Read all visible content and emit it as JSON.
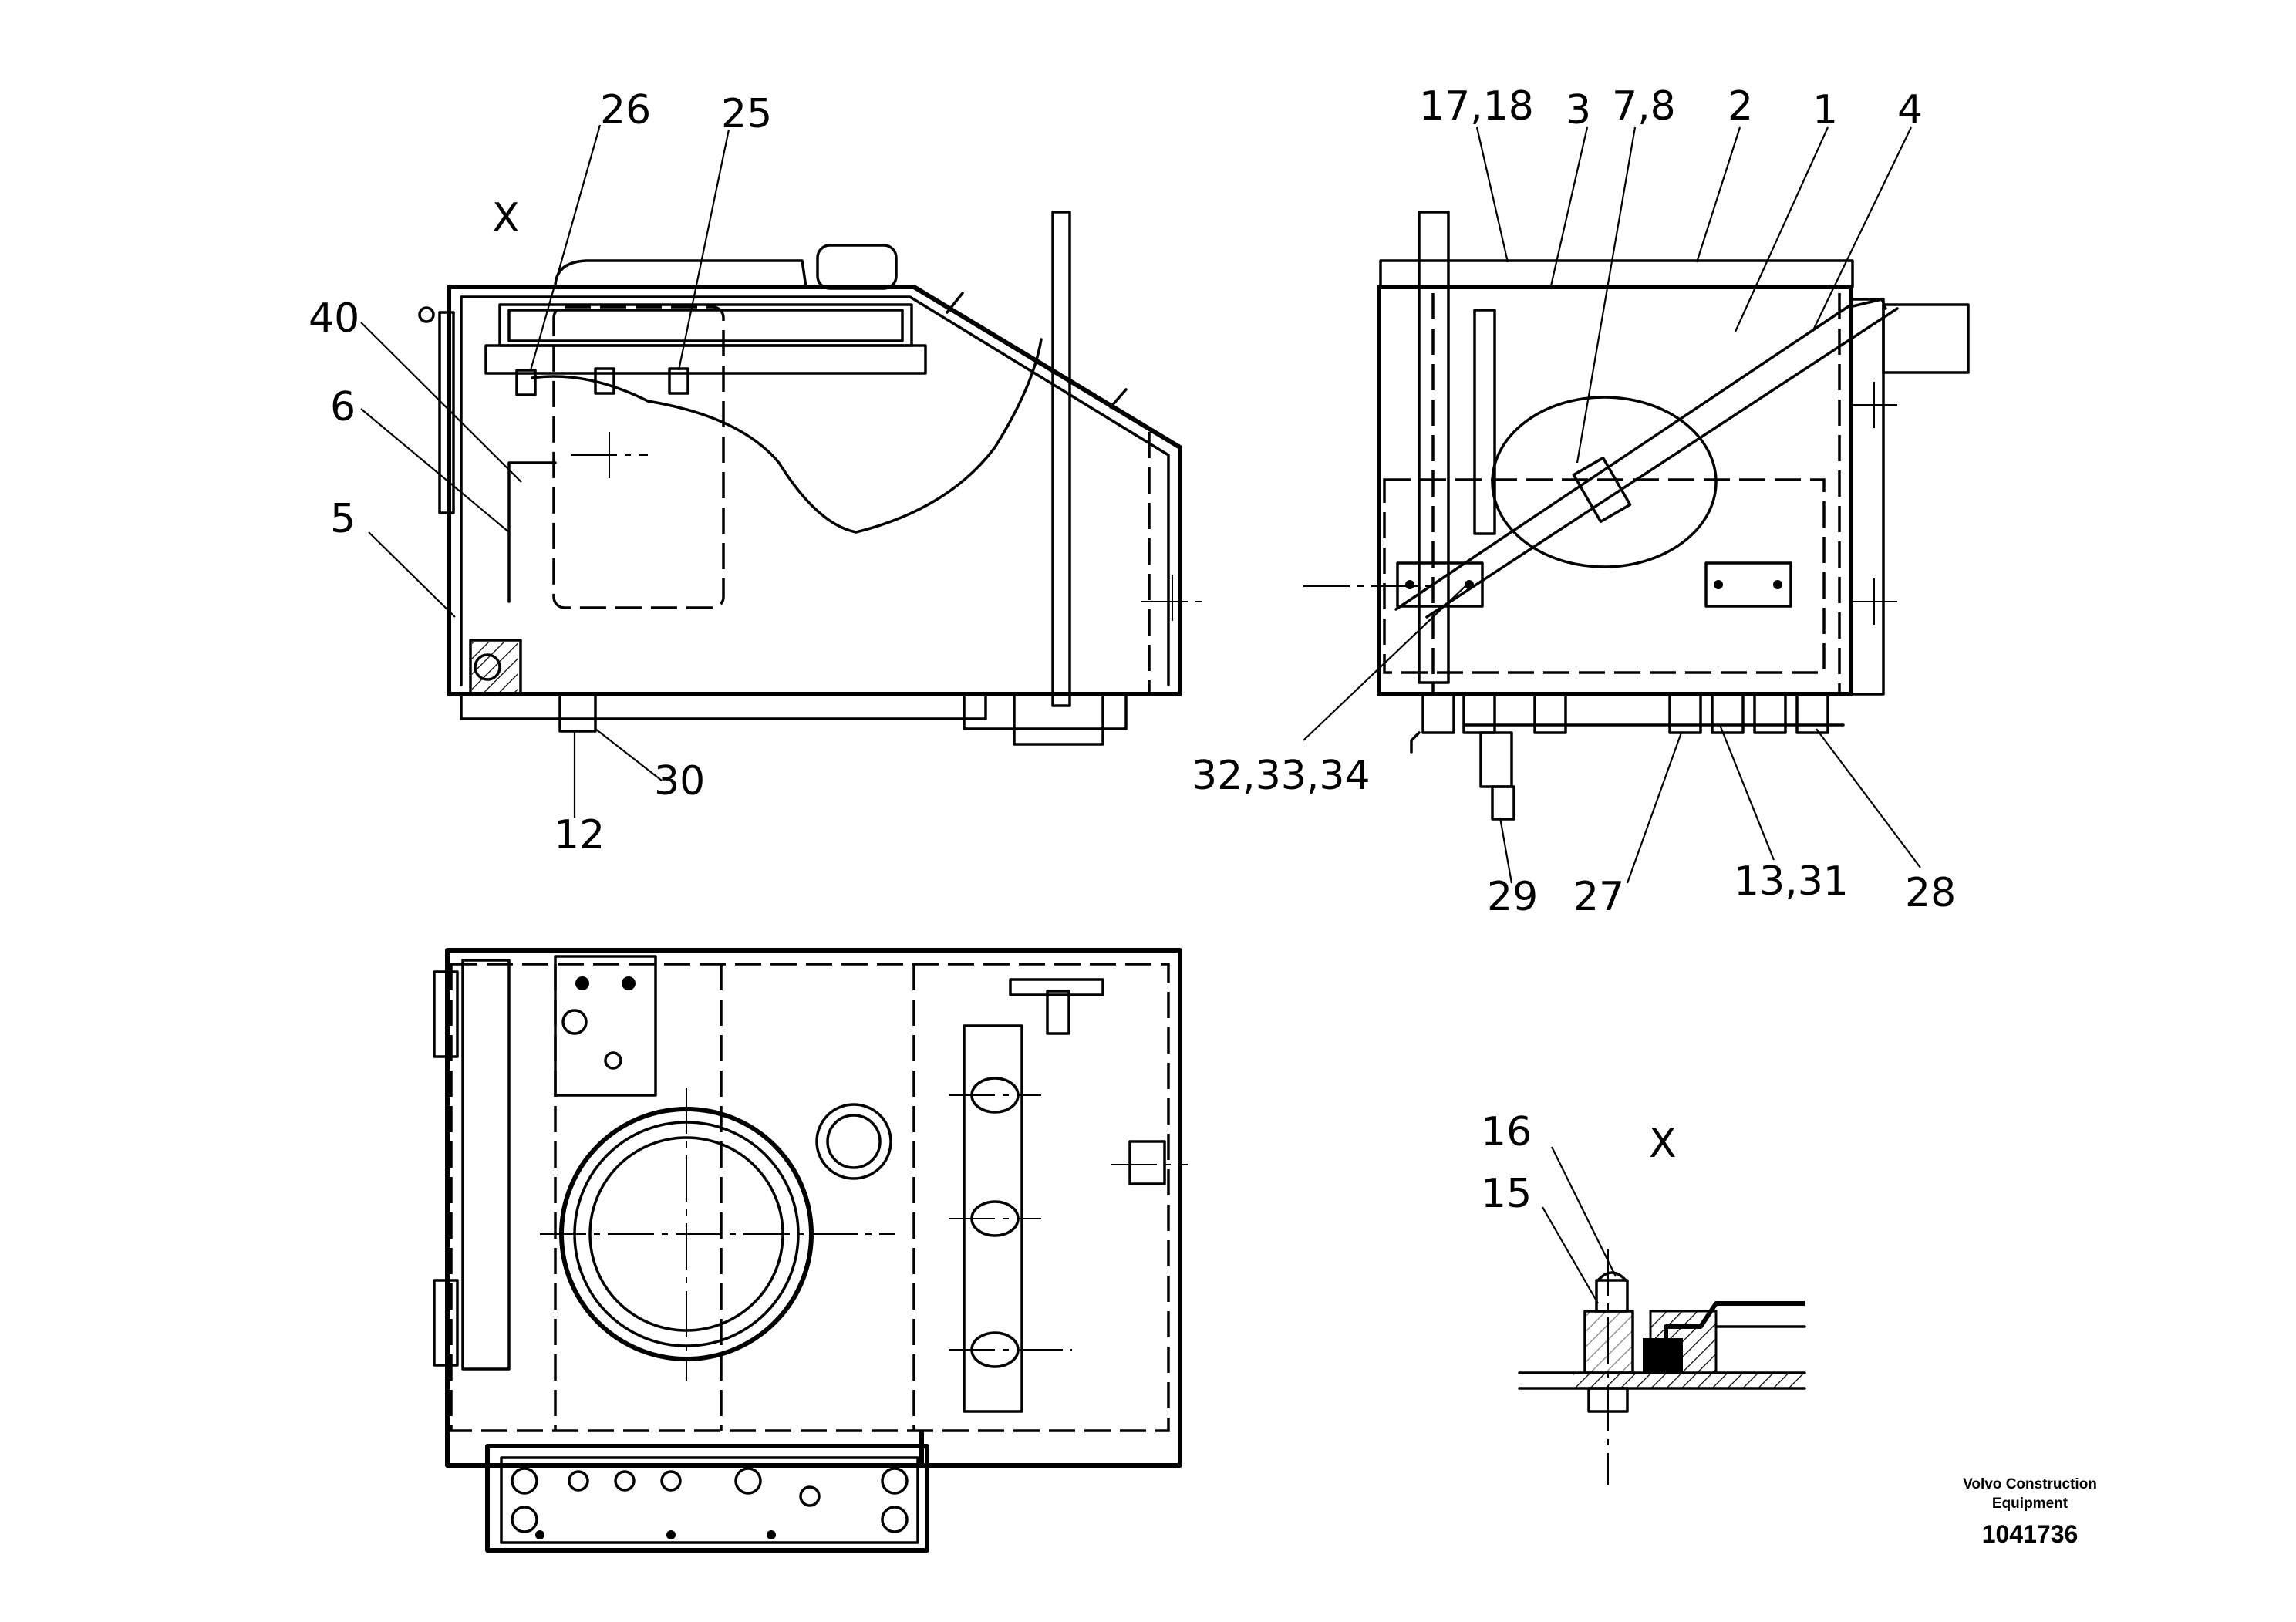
{
  "drawing_number": "1041736",
  "company": {
    "line1": "Volvo Construction",
    "line2": "Equipment"
  },
  "view_marker": "X",
  "detail_title": "X",
  "callouts": {
    "c26": "26",
    "c25": "25",
    "c40": "40",
    "c6": "6",
    "c5": "5",
    "c30": "30",
    "c12": "12",
    "c17_18": "17,18",
    "c3": "3",
    "c7_8": "7,8",
    "c2": "2",
    "c1": "1",
    "c4": "4",
    "c32_33_34": "32,33,34",
    "c29": "29",
    "c27": "27",
    "c13_31": "13,31",
    "c28": "28",
    "c16": "16",
    "c15": "15"
  }
}
